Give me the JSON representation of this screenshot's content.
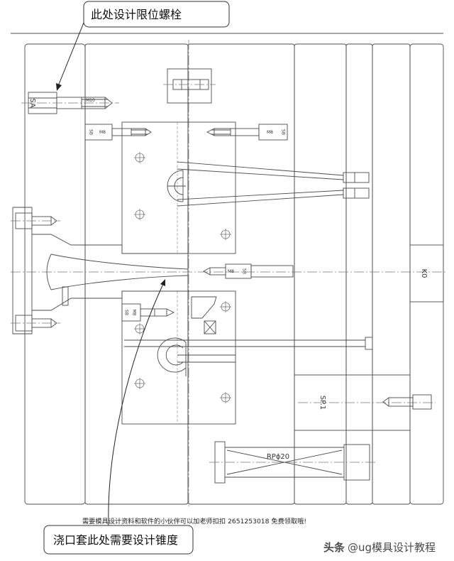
{
  "callouts": {
    "top": "此处设计限位螺栓",
    "bottom": "浇口套此处需要设计锥度"
  },
  "notice": "需要模具设计资料和软件的小伙伴可以加老师扣扣 2651253018 免费领取哦!",
  "watermark": {
    "brand": "头条",
    "handle": "@ug模具设计教程"
  },
  "drawing": {
    "labels": {
      "sa_code": "SA",
      "sa_size": "M10",
      "upper_left_code": "SB",
      "upper_left_size": "M8",
      "upper_right_size": "M8",
      "upper_right_code": "SB",
      "center_size": "M8",
      "center_code": "SB",
      "lower_left_code": "SB",
      "lower_left_size": "M8",
      "support_pillar": "SP.1",
      "return_pin": "RPϕ20",
      "knockout": "K0"
    }
  },
  "colors": {
    "line": "#4d4d4d",
    "text": "#222222",
    "background": "#ffffff"
  }
}
